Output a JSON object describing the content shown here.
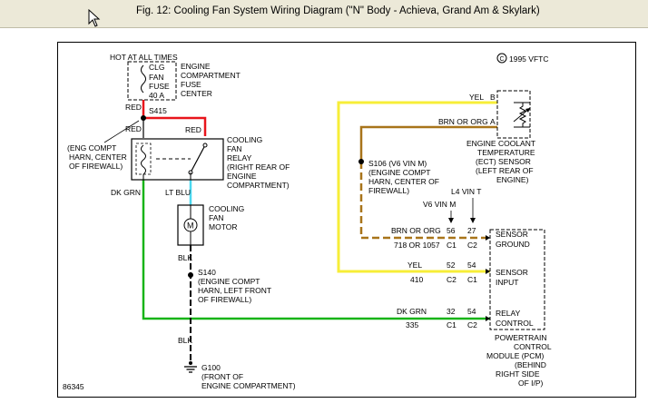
{
  "window": {
    "title": "Fig. 12: Cooling Fan System Wiring Diagram (\"N\" Body - Achieva, Grand Am & Skylark)"
  },
  "colors": {
    "red": "#e8141b",
    "yellow": "#f7ee38",
    "brown": "#a8741a",
    "green": "#18b418",
    "light_blue": "#4ad8f0",
    "black": "#000000"
  },
  "labels": {
    "hot_at_all_times": "HOT AT ALL TIMES",
    "fuse": [
      "CLG",
      "FAN",
      "FUSE",
      "40 A"
    ],
    "fuse_center": [
      "ENGINE",
      "COMPARTMENT",
      "FUSE",
      "CENTER"
    ],
    "copyright": "1995 VFTC",
    "red_upper": "RED",
    "s415": "S415",
    "red_left": "RED",
    "red_right": "RED",
    "splice_s415_note": [
      "(ENG COMPT",
      "HARN, CENTER",
      "OF FIREWALL)"
    ],
    "relay": [
      "COOLING",
      "FAN",
      "RELAY",
      "(RIGHT REAR OF",
      "ENGINE",
      "COMPARTMENT)"
    ],
    "dk_grn": "DK GRN",
    "lt_blu": "LT BLU",
    "motor": [
      "COOLING",
      "FAN",
      "MOTOR"
    ],
    "motor_symbol": "M",
    "blk_upper": "BLK",
    "blk_lower": "BLK",
    "s140": [
      "S140",
      "(ENGINE COMPT",
      "HARN, LEFT FRONT",
      "OF FIREWALL)"
    ],
    "g100": [
      "G100",
      "(FRONT OF",
      "ENGINE COMPARTMENT)"
    ],
    "yel_top": "YEL",
    "pin_b": "B",
    "brn_org_top": "BRN OR ORG",
    "pin_a": "A",
    "ect": [
      "ENGINE COOLANT",
      "TEMPERATURE",
      "(ECT) SENSOR",
      "(LEFT REAR OF",
      "ENGINE)"
    ],
    "s106": [
      "S106 (V6 VIN M)",
      "(ENGINE COMPT",
      "HARN, CENTER OF",
      "FIREWALL)"
    ],
    "l4_vin_t": "L4 VIN T",
    "v6_vin_m": "V6 VIN M",
    "pcm": [
      "POWERTRAIN",
      "CONTROL",
      "MODULE (PCM)",
      "(BEHIND",
      "RIGHT SIDE",
      "OF I/P)"
    ],
    "figure_id": "86345"
  },
  "pcm_rows": [
    {
      "wire": "BRN OR ORG",
      "circuit": "718 OR 1057",
      "pin1": "56",
      "conn1": "C1",
      "pin2": "27",
      "conn2": "C2",
      "label": [
        "SENSOR",
        "GROUND"
      ]
    },
    {
      "wire": "YEL",
      "circuit": "410",
      "pin1": "52",
      "conn1": "C2",
      "pin2": "54",
      "conn2": "C1",
      "label": [
        "SENSOR",
        "INPUT"
      ]
    },
    {
      "wire": "DK GRN",
      "circuit": "335",
      "pin1": "32",
      "conn1": "C1",
      "pin2": "54",
      "conn2": "C2",
      "label": [
        "RELAY",
        "CONTROL"
      ]
    }
  ]
}
